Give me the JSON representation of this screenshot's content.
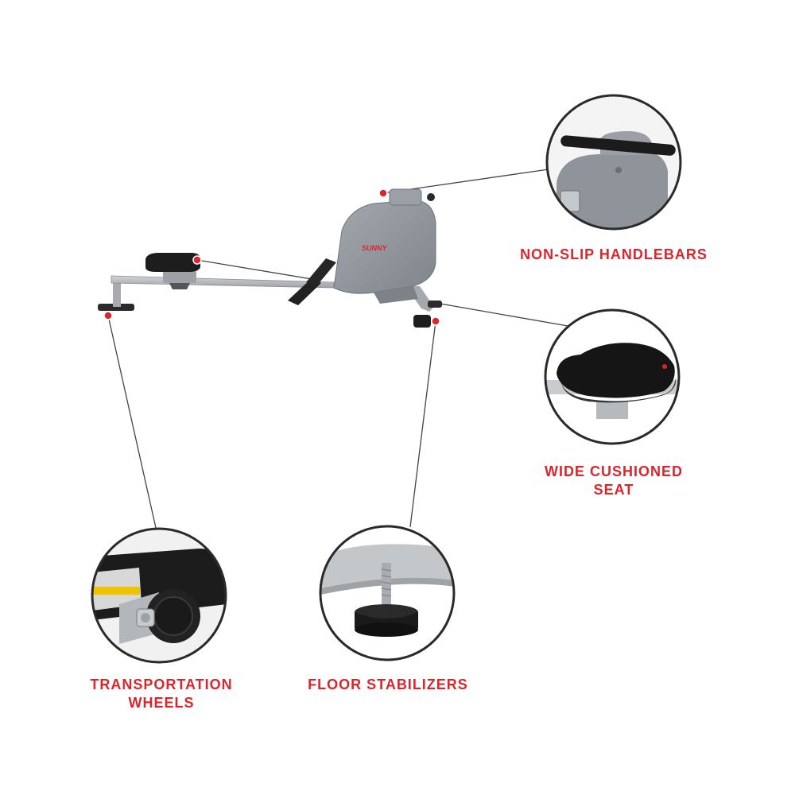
{
  "colors": {
    "accent": "#d9262c",
    "callout_line": "#444444",
    "frame": "#b9bcbf",
    "housing": "#8f959b",
    "black": "#1a1a1a"
  },
  "product": {
    "brand_logo_text": "SUNNY"
  },
  "callouts": {
    "handlebars": {
      "lines": [
        "NON-SLIP HANDLEBARS"
      ],
      "icon": "handlebar-closeup"
    },
    "seat": {
      "lines": [
        "WIDE CUSHIONED",
        "SEAT"
      ],
      "icon": "seat-closeup"
    },
    "wheels": {
      "lines": [
        "TRANSPORTATION",
        "WHEELS"
      ],
      "icon": "wheel-closeup"
    },
    "stabilizers": {
      "lines": [
        "FLOOR STABILIZERS"
      ],
      "icon": "foot-stabilizer-closeup"
    }
  }
}
